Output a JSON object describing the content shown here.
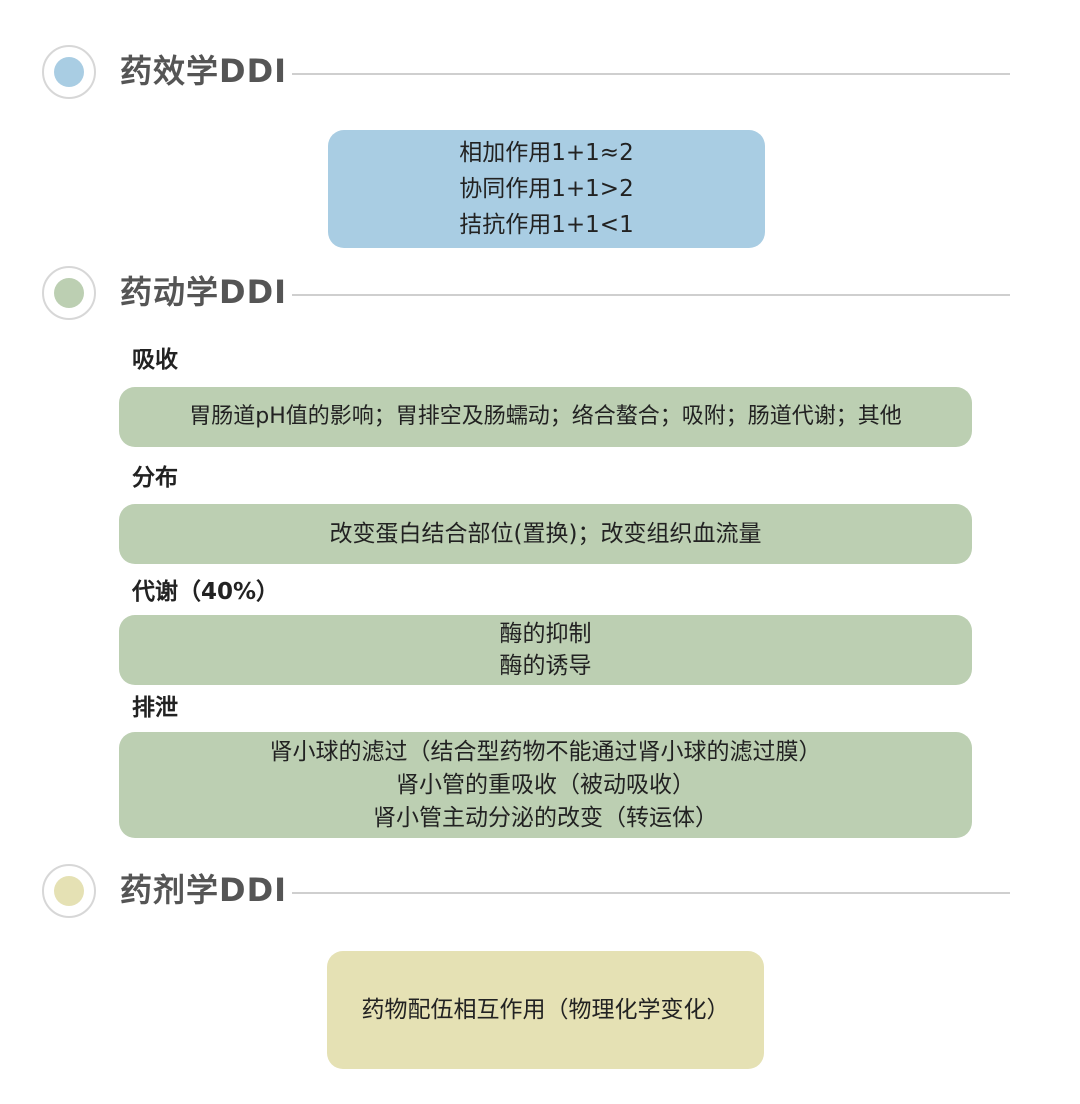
{
  "sections": {
    "pd": {
      "title": "药效学DDI",
      "dot_color": "#a9cde3",
      "lines": [
        "相加作用1+1≈2",
        "协同作用1+1>2",
        "拮抗作用1+1<1"
      ]
    },
    "pk": {
      "title": "药动学DDI",
      "dot_color": "#bccfb2",
      "absorption": {
        "label": "吸收",
        "lines": [
          "胃肠道pH值的影响；胃排空及肠蠕动；络合螯合；吸附；肠道代谢；其他"
        ]
      },
      "distribution": {
        "label": "分布",
        "lines": [
          "改变蛋白结合部位(置换)；改变组织血流量"
        ]
      },
      "metabolism": {
        "label": "代谢（40%）",
        "lines": [
          "酶的抑制",
          "酶的诱导"
        ]
      },
      "excretion": {
        "label": "排泄",
        "lines": [
          "肾小球的滤过（结合型药物不能通过肾小球的滤过膜）",
          "肾小管的重吸收（被动吸收）",
          "肾小管主动分泌的改变（转运体）"
        ]
      }
    },
    "pharm": {
      "title": "药剂学DDI",
      "dot_color": "#e5e1b4",
      "lines": [
        "药物配伍相互作用（物理化学变化）"
      ]
    }
  }
}
